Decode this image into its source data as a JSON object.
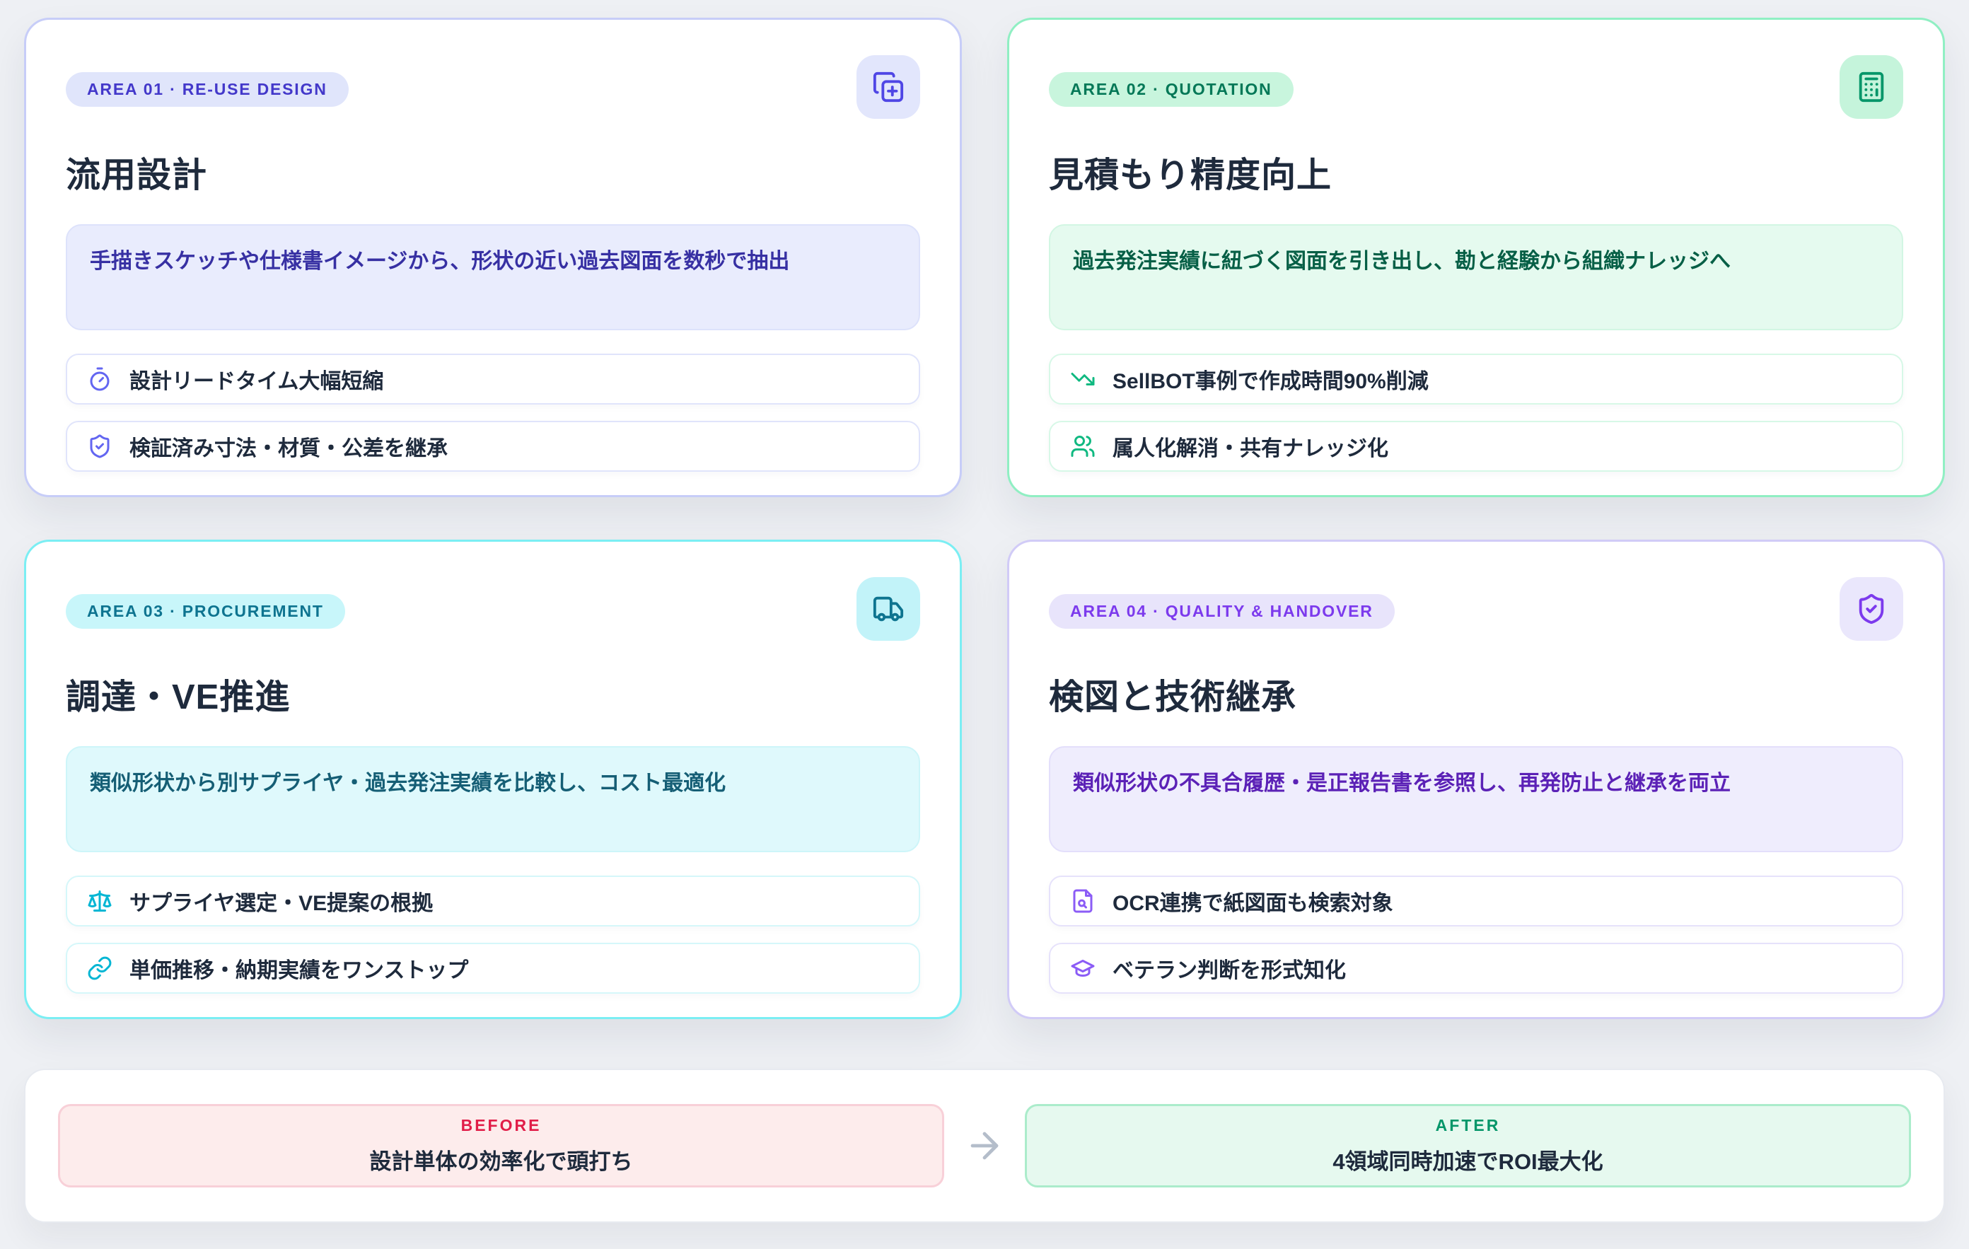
{
  "theme": {
    "page_bg": "#eef0f4",
    "card_bg": "#ffffff",
    "heading_color": "#1e2a3c",
    "arrow_color": "#b4bdca",
    "before_accent": "#e11d48",
    "after_accent": "#059669"
  },
  "cards": [
    {
      "badge": "AREA 01 · RE-USE DESIGN",
      "title": "流用設計",
      "description": "手描きスケッチや仕様書イメージから、形状の近い過去図面を数秒で抽出",
      "icon": "copy-plus-icon",
      "accent": "#4f46e5",
      "items": [
        {
          "icon": "timer-icon",
          "label": "設計リードタイム大幅短縮"
        },
        {
          "icon": "shield-check-icon",
          "label": "検証済み寸法・材質・公差を継承"
        }
      ]
    },
    {
      "badge": "AREA 02 · QUOTATION",
      "title": "見積もり精度向上",
      "description": "過去発注実績に紐づく図面を引き出し、勘と経験から組織ナレッジへ",
      "icon": "calculator-icon",
      "accent": "#059669",
      "items": [
        {
          "icon": "trending-down-icon",
          "label": "SellBOT事例で作成時間90%削減"
        },
        {
          "icon": "users-icon",
          "label": "属人化解消・共有ナレッジ化"
        }
      ]
    },
    {
      "badge": "AREA 03 · PROCUREMENT",
      "title": "調達・VE推進",
      "description": "類似形状から別サプライヤ・過去発注実績を比較し、コスト最適化",
      "icon": "truck-icon",
      "accent": "#0e7490",
      "items": [
        {
          "icon": "scale-icon",
          "label": "サプライヤ選定・VE提案の根拠"
        },
        {
          "icon": "link-icon",
          "label": "単価推移・納期実績をワンストップ"
        }
      ]
    },
    {
      "badge": "AREA 04 · QUALITY & HANDOVER",
      "title": "検図と技術継承",
      "description": "類似形状の不具合履歴・是正報告書を参照し、再発防止と継承を両立",
      "icon": "shield-check-icon",
      "accent": "#7c3aed",
      "items": [
        {
          "icon": "file-search-icon",
          "label": "OCR連携で紙図面も検索対象"
        },
        {
          "icon": "graduation-cap-icon",
          "label": "ベテラン判断を形式知化"
        }
      ]
    }
  ],
  "summary": {
    "before_label": "BEFORE",
    "before_text": "設計単体の効率化で頭打ち",
    "after_label": "AFTER",
    "after_text": "4領域同時加速でROI最大化"
  }
}
